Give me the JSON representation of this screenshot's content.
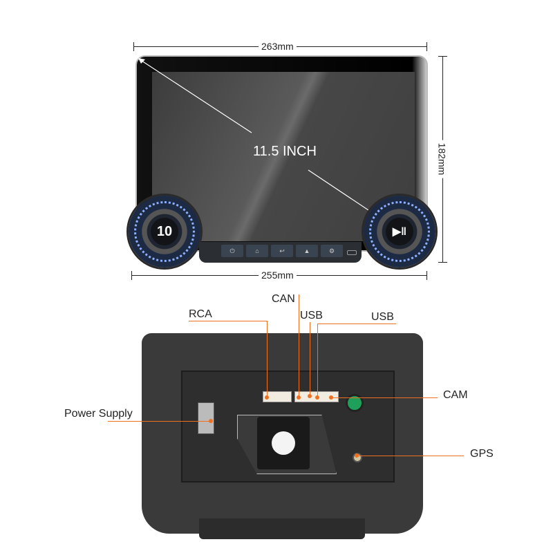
{
  "front_view": {
    "screen_size_label": "11.5 INCH",
    "dimensions": {
      "top_width": "263mm",
      "bottom_width": "255mm",
      "height": "182mm"
    },
    "left_knob_label": "10",
    "right_knob_icon": "play-pause-icon",
    "right_knob_glyph": "▶‖",
    "hard_keys": [
      {
        "icon": "power-icon",
        "glyph": "⏻"
      },
      {
        "icon": "home-icon",
        "glyph": "⌂"
      },
      {
        "icon": "back-icon",
        "glyph": "↩"
      },
      {
        "icon": "navigation-icon",
        "glyph": "▲"
      },
      {
        "icon": "settings-icon",
        "glyph": "⚙"
      }
    ]
  },
  "rear_view": {
    "callouts": {
      "rca": "RCA",
      "can": "CAN",
      "usb_1": "USB",
      "usb_2": "USB",
      "cam": "CAM",
      "power_supply": "Power Supply",
      "gps": "GPS"
    }
  },
  "colors": {
    "leader_line": "#f07020",
    "text": "#222222"
  }
}
